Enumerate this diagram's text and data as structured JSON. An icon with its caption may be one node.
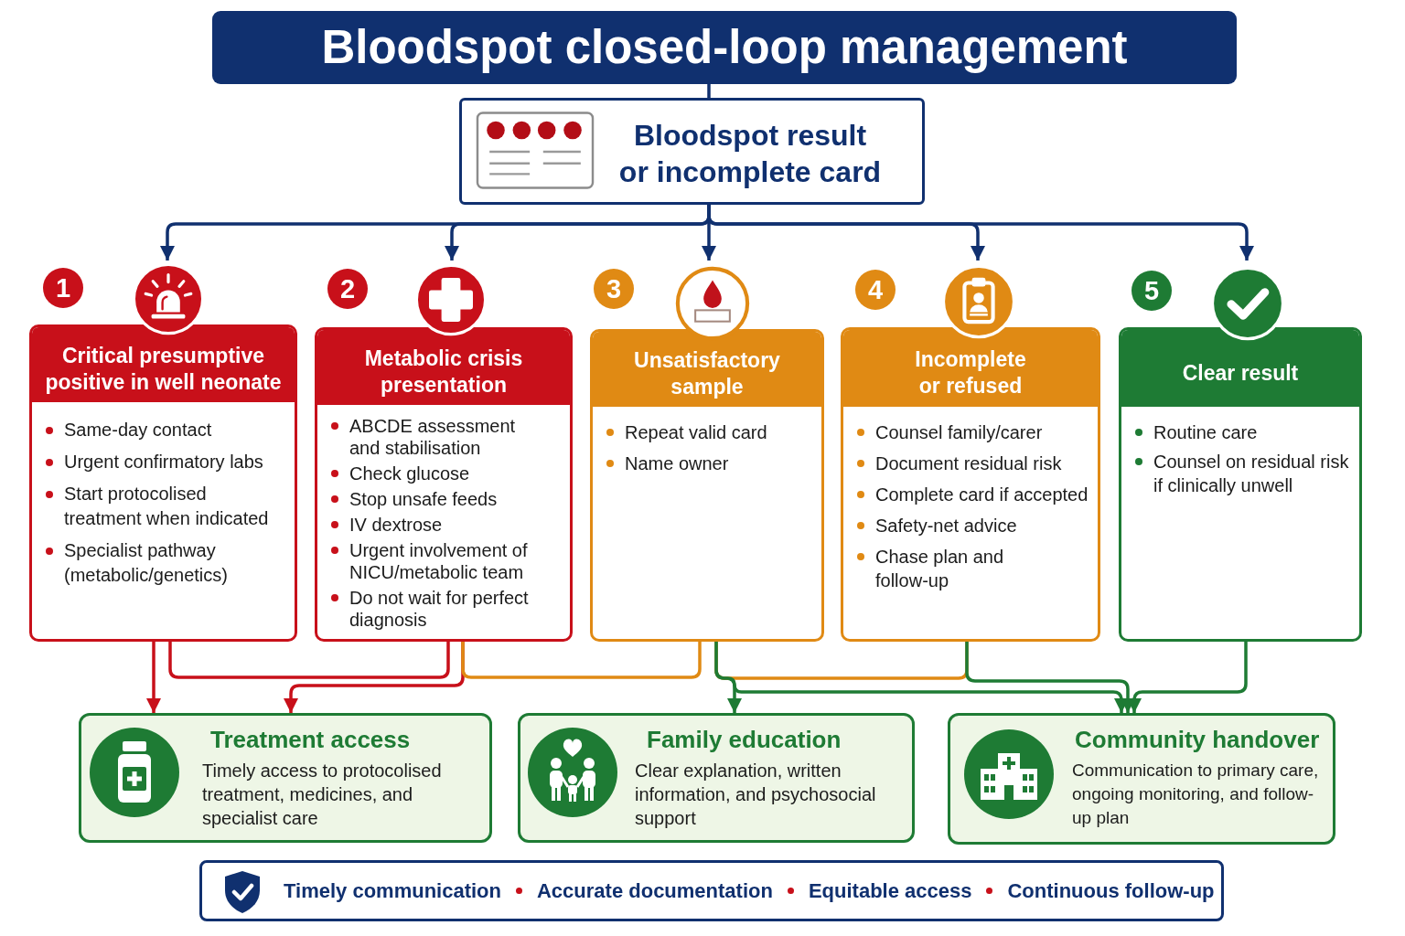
{
  "diagram": {
    "nodes": [
      {
        "text": [
          "Bloodspot closed-loop management"
        ]
      },
      {
        "text": [
          "Bloodspot result or incomplete card"
        ]
      },
      {
        "text": [
          "Critical presumptive positive in well neonate",
          "Same-day contact",
          "Urgent confirmatory labs",
          "Start protocolised treatment when indicated",
          "Specialist pathway (metabolic/genetics)"
        ],
        "beside": [
          "1"
        ]
      },
      {
        "text": [
          "Metabolic crisis presentation",
          "ABCDE assessment and stabilisation",
          "Check glucose",
          "Stop unsafe feeds",
          "IV dextrose",
          "Urgent involvement of NICU/metabolic team",
          "Do not wait for perfect diagnosis"
        ],
        "beside": [
          "2"
        ]
      },
      {
        "text": [
          "Unsatisfactory sample",
          "Repeat valid card",
          "Name owner"
        ],
        "beside": [
          "3"
        ]
      },
      {
        "text": [
          "Incomplete or refused",
          "Counsel family/carer",
          "Document residual risk",
          "Complete card if accepted",
          "Safety-net advice",
          "Chase plan and follow-up"
        ],
        "beside": [
          "4"
        ]
      },
      {
        "text": [
          "Clear result",
          "Routine care",
          "Counsel on residual risk if clinically unwell"
        ],
        "beside": [
          "5"
        ]
      },
      {
        "text": [
          "Treatment access",
          "Timely access to protocolised treatment, medicines, and specialist care"
        ]
      },
      {
        "text": [
          "Family education",
          "Clear explanation, written information, and psychosocial support"
        ]
      },
      {
        "text": [
          "Community handover",
          "Communication to primary care, ongoing monitoring, and follow-up plan"
        ]
      },
      {
        "text": [
          "Timely communication",
          "Accurate documentation",
          "Equitable access",
          "Continuous follow-up"
        ]
      }
    ],
    "edges": [
      {
        "from": 0,
        "to": 1,
        "arrow": "none"
      },
      {
        "from": 1,
        "to": 2,
        "arrow": "to"
      },
      {
        "from": 1,
        "to": 3,
        "arrow": "to"
      },
      {
        "from": 1,
        "to": 4,
        "arrow": "to"
      },
      {
        "from": 1,
        "to": 5,
        "arrow": "to"
      },
      {
        "from": 1,
        "to": 6,
        "arrow": "to"
      },
      {
        "from": 2,
        "to": 7,
        "arrow": "to",
        "color": "#c8101a"
      },
      {
        "from": 2,
        "to": 3,
        "arrow": "none",
        "color": "#c8101a"
      },
      {
        "from": 3,
        "to": 7,
        "arrow": "to",
        "color": "#c8101a"
      },
      {
        "from": 3,
        "to": 4,
        "arrow": "none",
        "color": "#e08a14"
      },
      {
        "from": 4,
        "to": 8,
        "arrow": "to",
        "color": "#1e7b34"
      },
      {
        "from": 4,
        "to": 5,
        "arrow": "none",
        "color": "#e08a14"
      },
      {
        "from": 4,
        "to": 9,
        "arrow": "to",
        "color": "#1e7b34"
      },
      {
        "from": 5,
        "to": 9,
        "arrow": "to",
        "color": "#1e7b34"
      },
      {
        "from": 6,
        "to": 9,
        "arrow": "to",
        "color": "#1e7b34"
      }
    ]
  }
}
